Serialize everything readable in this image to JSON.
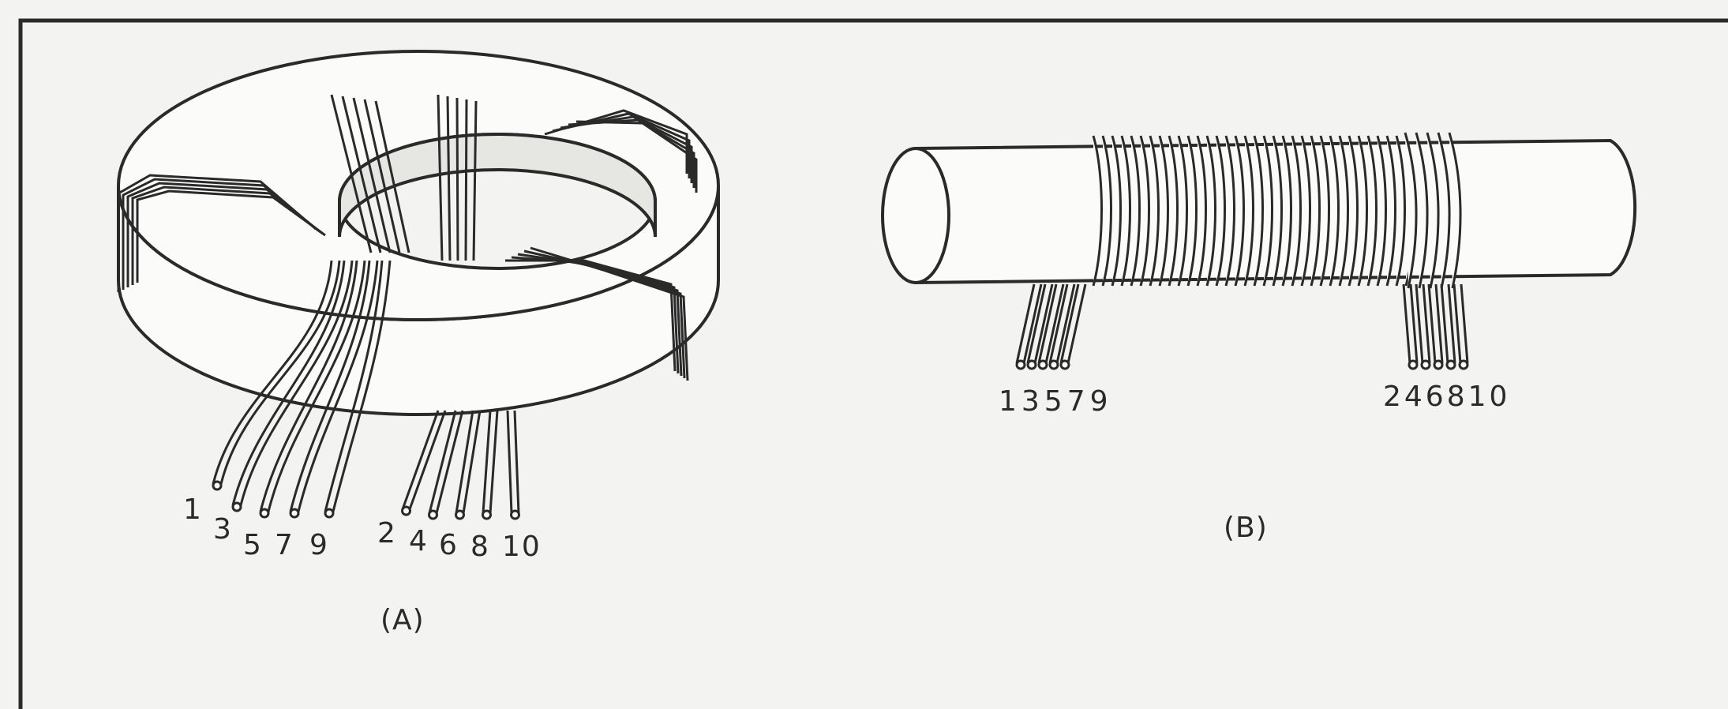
{
  "colors": {
    "line": "#2a2a2a",
    "paper": "#f3f3f1",
    "fill": "#fbfbfa"
  },
  "panels": [
    {
      "id": "A",
      "caption": "(A)",
      "left_leads": [
        "1",
        "3",
        "5",
        "7",
        "9"
      ],
      "right_leads": [
        "2",
        "4",
        "6",
        "8",
        "10"
      ]
    },
    {
      "id": "B",
      "caption": "(B)",
      "left_group_label": "13579",
      "right_group_label": "246810"
    }
  ]
}
